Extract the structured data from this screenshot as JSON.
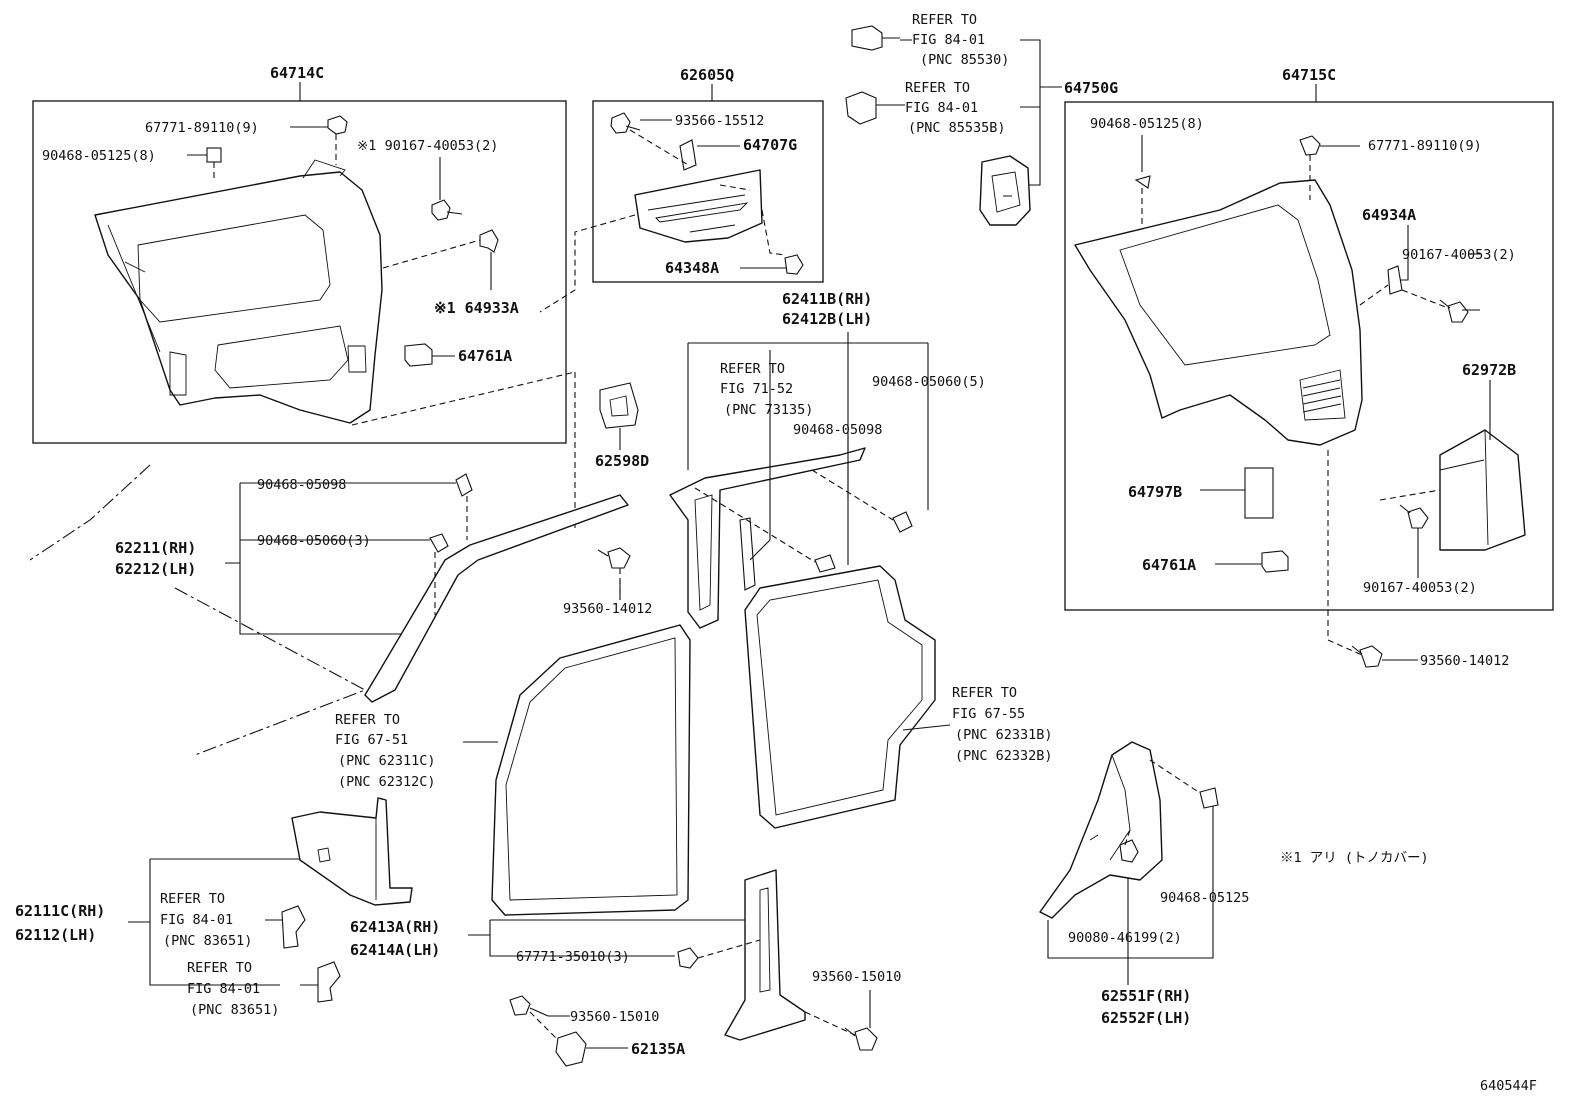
{
  "callouts": {
    "p64714C": "64714C",
    "p67771_89110_l": "67771-89110(9)",
    "p90468_05125_l": "90468-05125(8)",
    "p90167_40053_l": "※1 90167-40053(2)",
    "p64933A": "※1 64933A",
    "p64761A_l": "64761A",
    "p62605Q": "62605Q",
    "p93566_15512": "93566-15512",
    "p64707G": "64707G",
    "p64348A": "64348A",
    "ref84_85530": [
      "REFER TO",
      "FIG 84-01",
      "(PNC 85530)"
    ],
    "ref84_85535B": [
      "REFER TO",
      "FIG 84-01",
      "(PNC 85535B)"
    ],
    "p64750G": "64750G",
    "p64715C": "64715C",
    "p90468_05125_r": "90468-05125(8)",
    "p67771_89110_r": "67771-89110(9)",
    "p64934A": "64934A",
    "p90167_40053_r1": "90167-40053(2)",
    "p62972B": "62972B",
    "p64797B": "64797B",
    "p64761A_r": "64761A",
    "p90167_40053_r2": "90167-40053(2)",
    "p93560_14012_r": "93560-14012",
    "p62411B": "62411B(RH)",
    "p62412B": "62412B(LH)",
    "ref71_73135": [
      "REFER TO",
      "FIG 71-52",
      "(PNC 73135)"
    ],
    "p90468_05060_5": "90468-05060(5)",
    "p90468_05098_c": "90468-05098",
    "p62598D": "62598D",
    "p93560_14012_c": "93560-14012",
    "p90468_05098_l": "90468-05098",
    "p90468_05060_3": "90468-05060(3)",
    "p62211": "62211(RH)",
    "p62212": "62212(LH)",
    "ref67_51": [
      "REFER TO",
      "FIG 67-51",
      "(PNC 62311C)",
      "(PNC 62312C)"
    ],
    "ref67_55": [
      "REFER TO",
      "FIG 67-55",
      "(PNC 62331B)",
      "(PNC 62332B)"
    ],
    "p62111C": "62111C(RH)",
    "p62112": "62112(LH)",
    "ref84_83651a": [
      "REFER TO",
      "FIG 84-01",
      "(PNC 83651)"
    ],
    "ref84_83651b": [
      "REFER TO",
      "FIG 84-01",
      "(PNC 83651)"
    ],
    "p62413A": "62413A(RH)",
    "p62414A": "62414A(LH)",
    "p67771_35010": "67771-35010(3)",
    "p93560_15010_b": "93560-15010",
    "p93560_15010_a": "93560-15010",
    "p62135A": "62135A",
    "p90468_05125_b": "90468-05125",
    "p90080_46199": "90080-46199(2)",
    "p62551F": "62551F(RH)",
    "p62552F": "62552F(LH)",
    "note1": "※1 アリ (トノカバー)",
    "figure_id": "640544F"
  }
}
